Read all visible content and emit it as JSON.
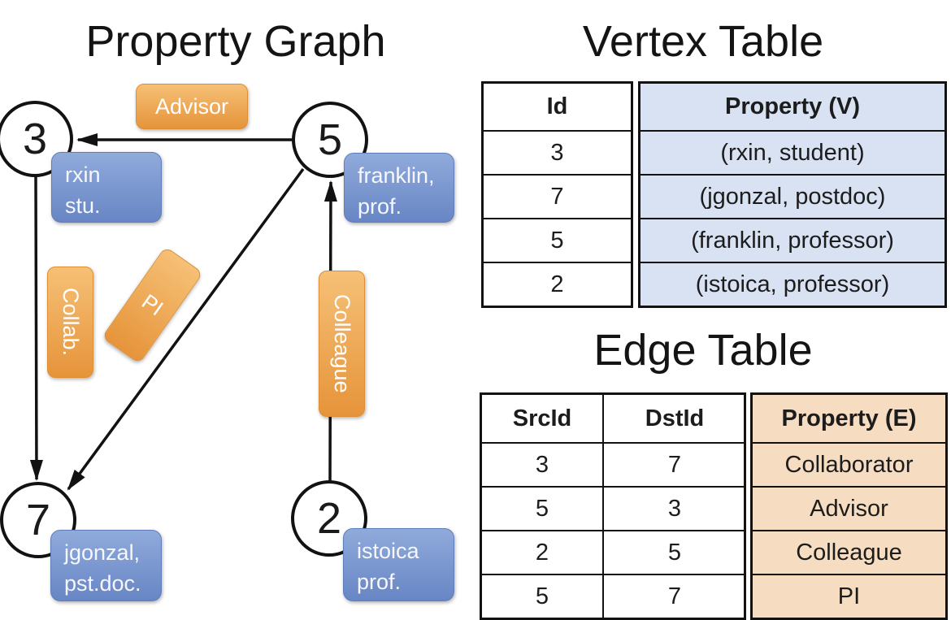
{
  "graph": {
    "title": "Property Graph",
    "nodes": [
      {
        "id": "3",
        "label_lines": [
          "rxin",
          "stu."
        ]
      },
      {
        "id": "5",
        "label_lines": [
          "franklin,",
          "prof."
        ]
      },
      {
        "id": "7",
        "label_lines": [
          "jgonzal,",
          "pst.doc."
        ]
      },
      {
        "id": "2",
        "label_lines": [
          "istoica",
          "prof."
        ]
      }
    ],
    "edge_labels": {
      "advisor": "Advisor",
      "collab": "Collab.",
      "pi": "PI",
      "colleague": "Colleague"
    }
  },
  "vertex_table": {
    "title": "Vertex Table",
    "columns": [
      "Id",
      "Property (V)"
    ],
    "rows": [
      [
        "3",
        "(rxin, student)"
      ],
      [
        "7",
        "(jgonzal, postdoc)"
      ],
      [
        "5",
        "(franklin, professor)"
      ],
      [
        "2",
        "(istoica, professor)"
      ]
    ]
  },
  "edge_table": {
    "title": "Edge Table",
    "columns": [
      "SrcId",
      "DstId",
      "Property (E)"
    ],
    "rows": [
      [
        "3",
        "7",
        "Collaborator"
      ],
      [
        "5",
        "3",
        "Advisor"
      ],
      [
        "2",
        "5",
        "Colleague"
      ],
      [
        "5",
        "7",
        "PI"
      ]
    ]
  },
  "colors": {
    "edge_label_orange": "#ee9d40",
    "vertex_label_blue": "#7595ce",
    "vertex_table_fill": "#d8e2f3",
    "edge_table_fill": "#f6ddc1",
    "line_black": "#121212"
  }
}
